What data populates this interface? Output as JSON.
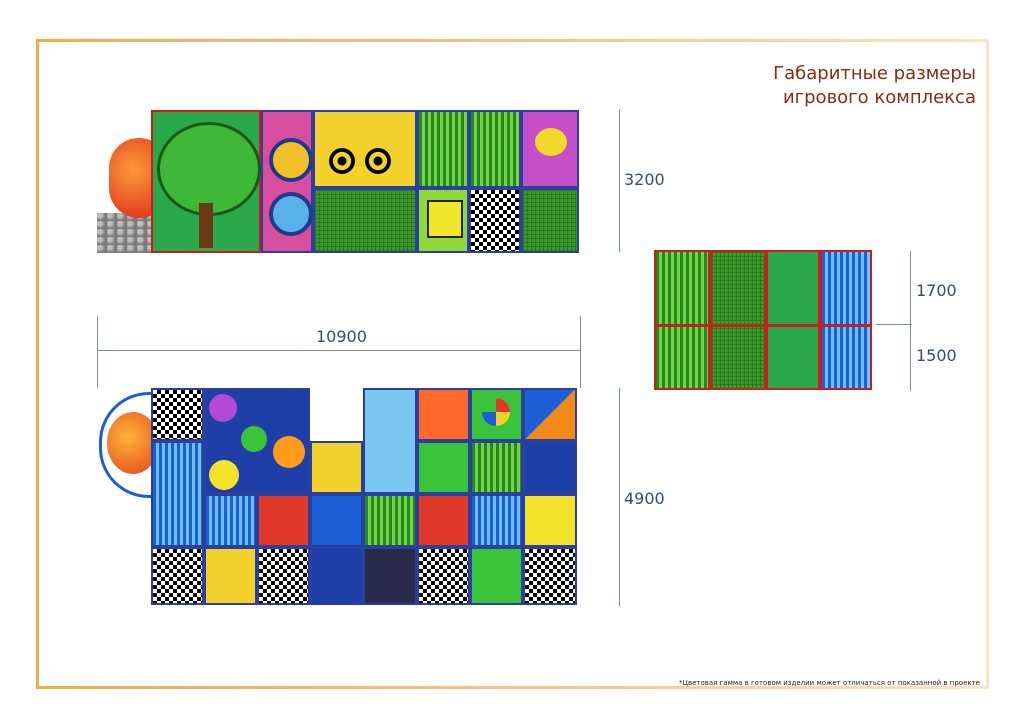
{
  "title": {
    "line1": "Габаритные размеры",
    "line2": "игрового комплекса"
  },
  "dimensions": {
    "front_height": "3200",
    "total_length": "10900",
    "plan_depth": "4900",
    "side_upper": "1700",
    "side_lower": "1500"
  },
  "footnote": "*Цветовая гамма в готовом изделии может отличаться от показанной в проекте",
  "colors": {
    "title": "#8a2a12",
    "dimension_text": "#2f4f6f",
    "frame": "#f3a94a",
    "structure_blue": "#2a3fa0"
  }
}
